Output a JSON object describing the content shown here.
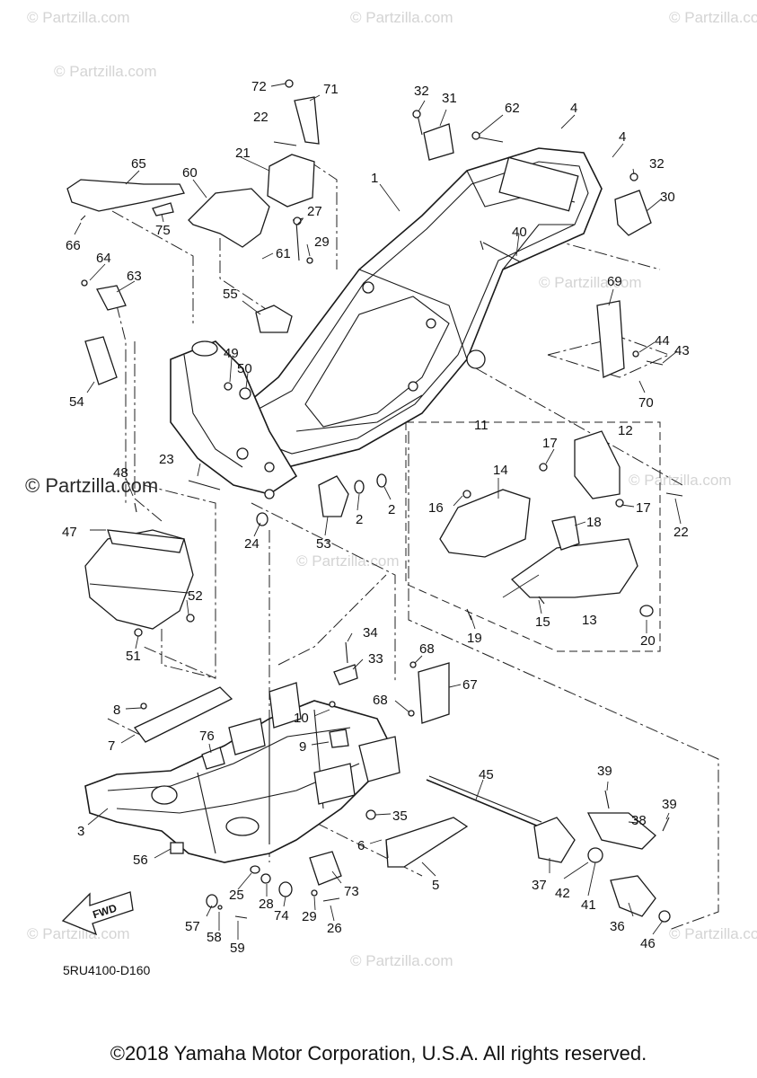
{
  "watermark": "© Partzilla.com",
  "diagram_code": "5RU4100-D160",
  "fwd_label": "FWD",
  "copyright": "©2018 Yamaha Motor Corporation, U.S.A. All rights reserved.",
  "callouts": {
    "c1": "1",
    "c2a": "2",
    "c2b": "2",
    "c3": "3",
    "c4a": "4",
    "c4b": "4",
    "c5": "5",
    "c6": "6",
    "c7": "7",
    "c8": "8",
    "c9": "9",
    "c10": "10",
    "c11": "11",
    "c12": "12",
    "c13": "13",
    "c14": "14",
    "c15": "15",
    "c16": "16",
    "c17a": "17",
    "c17b": "17",
    "c18": "18",
    "c19": "19",
    "c20": "20",
    "c21": "21",
    "c22a": "22",
    "c22b": "22",
    "c23": "23",
    "c24": "24",
    "c25": "25",
    "c26": "26",
    "c27": "27",
    "c28": "28",
    "c29a": "29",
    "c29b": "29",
    "c30": "30",
    "c31": "31",
    "c32a": "32",
    "c32b": "32",
    "c33": "33",
    "c34": "34",
    "c35": "35",
    "c36": "36",
    "c37": "37",
    "c38": "38",
    "c39a": "39",
    "c39b": "39",
    "c40": "40",
    "c41": "41",
    "c42": "42",
    "c43": "43",
    "c44": "44",
    "c45": "45",
    "c46": "46",
    "c47": "47",
    "c48": "48",
    "c49": "49",
    "c50": "50",
    "c51": "51",
    "c52": "52",
    "c53": "53",
    "c54": "54",
    "c55": "55",
    "c56": "56",
    "c57": "57",
    "c58": "58",
    "c59": "59",
    "c60": "60",
    "c61": "61",
    "c62": "62",
    "c63": "63",
    "c64": "64",
    "c65": "65",
    "c66": "66",
    "c67": "67",
    "c68a": "68",
    "c68b": "68",
    "c69": "69",
    "c70": "70",
    "c71": "71",
    "c72": "72",
    "c73": "73",
    "c74": "74",
    "c75": "75",
    "c76": "76"
  }
}
